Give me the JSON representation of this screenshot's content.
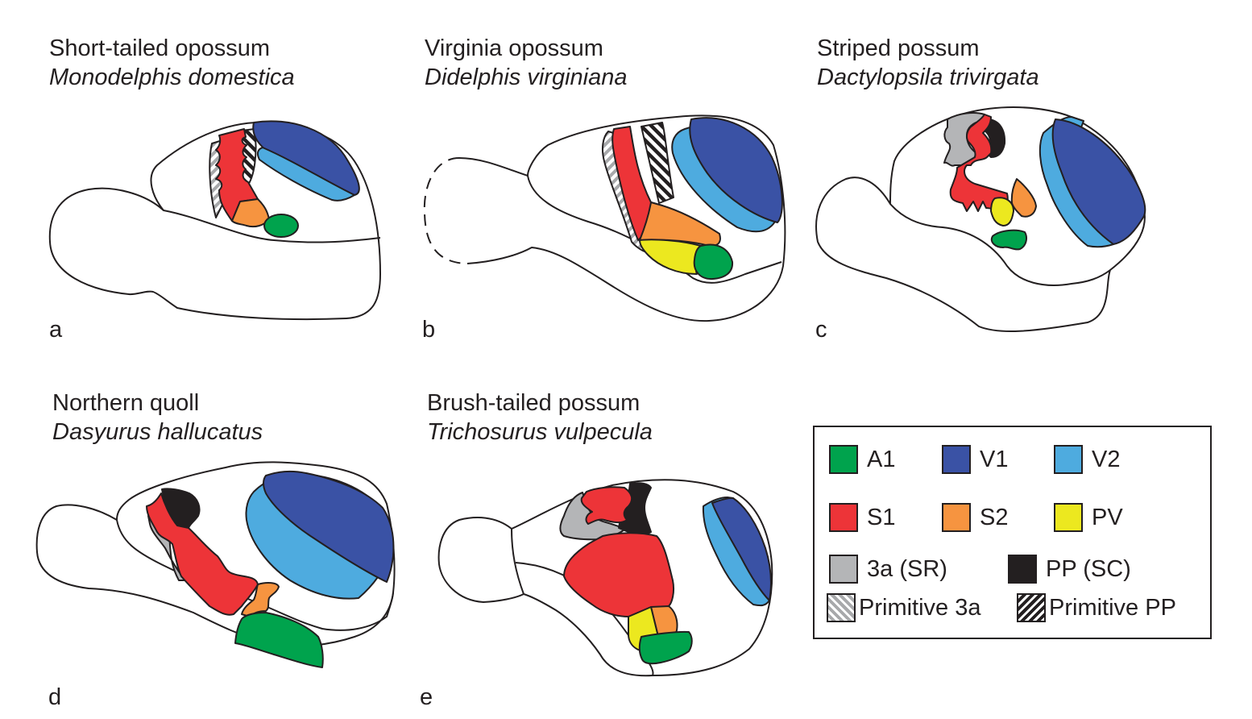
{
  "colors": {
    "A1": "#00a34d",
    "V1": "#3a52a5",
    "V2": "#4eabdf",
    "S1": "#ed3438",
    "S2": "#f69440",
    "PV": "#ece81f",
    "3a (SR)": "#b4b5b7",
    "PP (SC)": "#231f20",
    "outline": "#231f20"
  },
  "panels": [
    {
      "letter": "a",
      "common_name": "Short-tailed opossum",
      "latin_name": "Monodelphis domestica"
    },
    {
      "letter": "b",
      "common_name": "Virginia opossum",
      "latin_name": "Didelphis virginiana"
    },
    {
      "letter": "c",
      "common_name": "Striped possum",
      "latin_name": "Dactylopsila trivirgata"
    },
    {
      "letter": "d",
      "common_name": "Northern quoll",
      "latin_name": "Dasyurus hallucatus"
    },
    {
      "letter": "e",
      "common_name": "Brush-tailed possum",
      "latin_name": "Trichosurus vulpecula"
    }
  ],
  "legend": {
    "items": [
      {
        "label": "A1",
        "swatch": "A1"
      },
      {
        "label": "V1",
        "swatch": "V1"
      },
      {
        "label": "V2",
        "swatch": "V2"
      },
      {
        "label": "S1",
        "swatch": "S1"
      },
      {
        "label": "S2",
        "swatch": "S2"
      },
      {
        "label": "PV",
        "swatch": "PV"
      },
      {
        "label": "3a (SR)",
        "swatch": "3a (SR)"
      },
      {
        "label": "PP (SC)",
        "swatch": "PP (SC)"
      },
      {
        "label": "Primitive 3a",
        "swatch": "hatch-gray"
      },
      {
        "label": "Primitive PP",
        "swatch": "hatch-black"
      }
    ]
  }
}
